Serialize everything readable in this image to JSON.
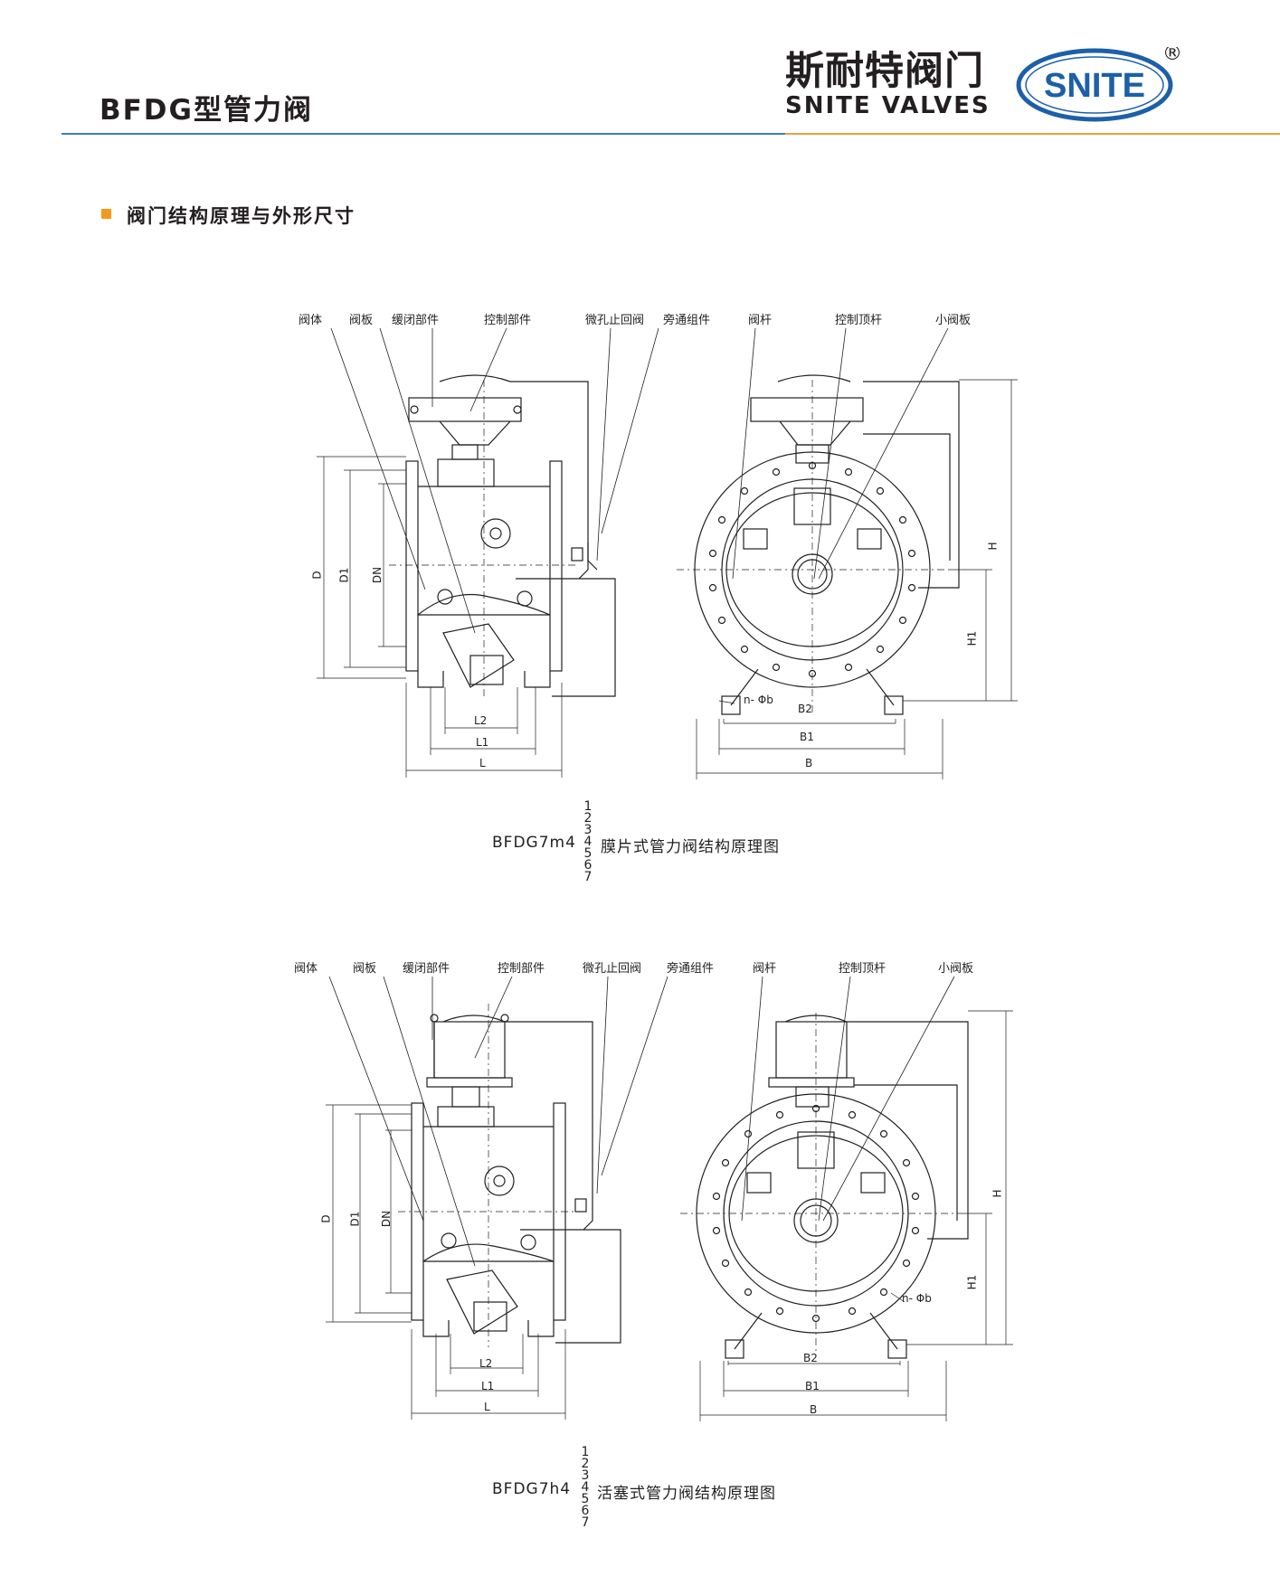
{
  "header": {
    "title": "BFDG型管力阀",
    "brand_cn": "斯耐特阀门",
    "brand_en": "SNITE VALVES",
    "logo_text": "SNITE",
    "registered_mark": "®"
  },
  "section": {
    "title": "阀门结构原理与外形尺寸"
  },
  "figure1": {
    "labels": [
      "阀体",
      "阀板",
      "缓闭部件",
      "控制部件",
      "微孔止回阀",
      "旁通组件",
      "阀杆",
      "控制顶杆",
      "小阀板"
    ],
    "dims": {
      "D": "D",
      "D1": "D1",
      "DN": "DN",
      "L": "L",
      "L1": "L1",
      "L2": "L2",
      "B": "B",
      "B1": "B1",
      "B2": "B2",
      "H": "H",
      "H1": "H1",
      "nphib": "n- Φb"
    },
    "caption_prefix": "BFDG7m4",
    "caption_digits": [
      "1",
      "2",
      "3",
      "4",
      "5",
      "6",
      "7"
    ],
    "caption_text": "膜片式管力阀结构原理图"
  },
  "figure2": {
    "labels": [
      "阀体",
      "阀板",
      "缓闭部件",
      "控制部件",
      "微孔止回阀",
      "旁通组件",
      "阀杆",
      "控制顶杆",
      "小阀板"
    ],
    "dims": {
      "D": "D",
      "D1": "D1",
      "DN": "DN",
      "L": "L",
      "L1": "L1",
      "L2": "L2",
      "B": "B",
      "B1": "B1",
      "B2": "B2",
      "H": "H",
      "H1": "H1",
      "nphib": "n- Φb"
    },
    "caption_prefix": "BFDG7h4",
    "caption_digits": [
      "1",
      "2",
      "3",
      "4",
      "5",
      "6",
      "7"
    ],
    "caption_text": "活塞式管力阀结构原理图"
  },
  "colors": {
    "brand_blue": "#1d5fa8",
    "rule_blue": "#3a7fc1",
    "accent_orange": "#f39a1e",
    "line": "#231f20"
  }
}
